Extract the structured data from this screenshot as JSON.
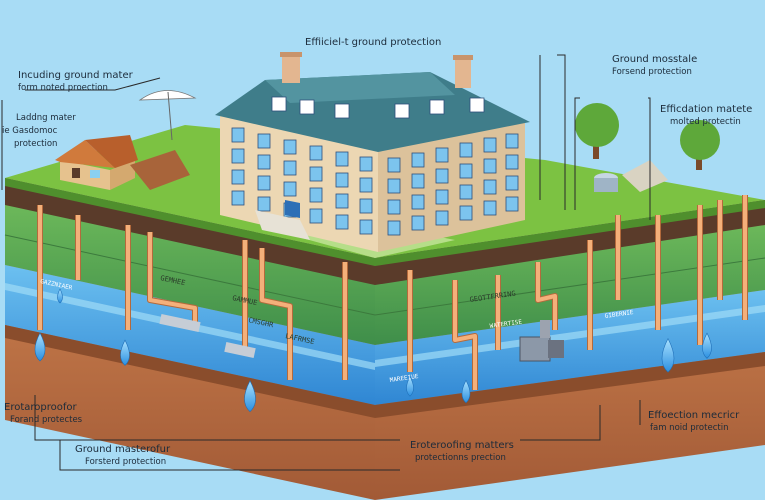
{
  "title": "Effiiciel-t ground protection",
  "callouts": {
    "top_left_1": "Incuding ground mater",
    "top_left_2": "form noted proection",
    "left_1": "Laddng mater",
    "left_2": "ie Gasdomoc",
    "left_3": "protection",
    "top_right_1": "Ground mosstale",
    "top_right_2": "Forsend protection",
    "right_1": "Efficdation matete",
    "right_2": "molted protectin",
    "bottom_left_1": "Erotaroproofor",
    "bottom_left_2": "Forand protectes",
    "bottom_mid_1": "Ground masterofur",
    "bottom_mid_2": "Forsterd protection",
    "bottom_center_1": "Eroteroofing matters",
    "bottom_center_2": "protectionns prection",
    "bottom_right_1": "Effoection mecricr",
    "bottom_right_2": "fam noid protectin"
  },
  "layer_tags": {
    "blue_left": "GAZZNIAER",
    "green_1": "GEMHEE",
    "green_2": "GAMMUE",
    "green_3": "CMSGHR",
    "green_4": "LAFRMSE",
    "center_band": "GEOTTFRRING",
    "blue_mid": "MAREEIUE",
    "blue_right": "WATERTISE",
    "blue_far_right": "GIBERNIE"
  },
  "colors": {
    "sky": "#a8dcf5",
    "grass": "#7cc242",
    "soil": "#c9784a",
    "water": "#3e9be0",
    "pipe": "#f0a46a",
    "roof": "#3f7d8a",
    "wall": "#ecd7b3"
  }
}
